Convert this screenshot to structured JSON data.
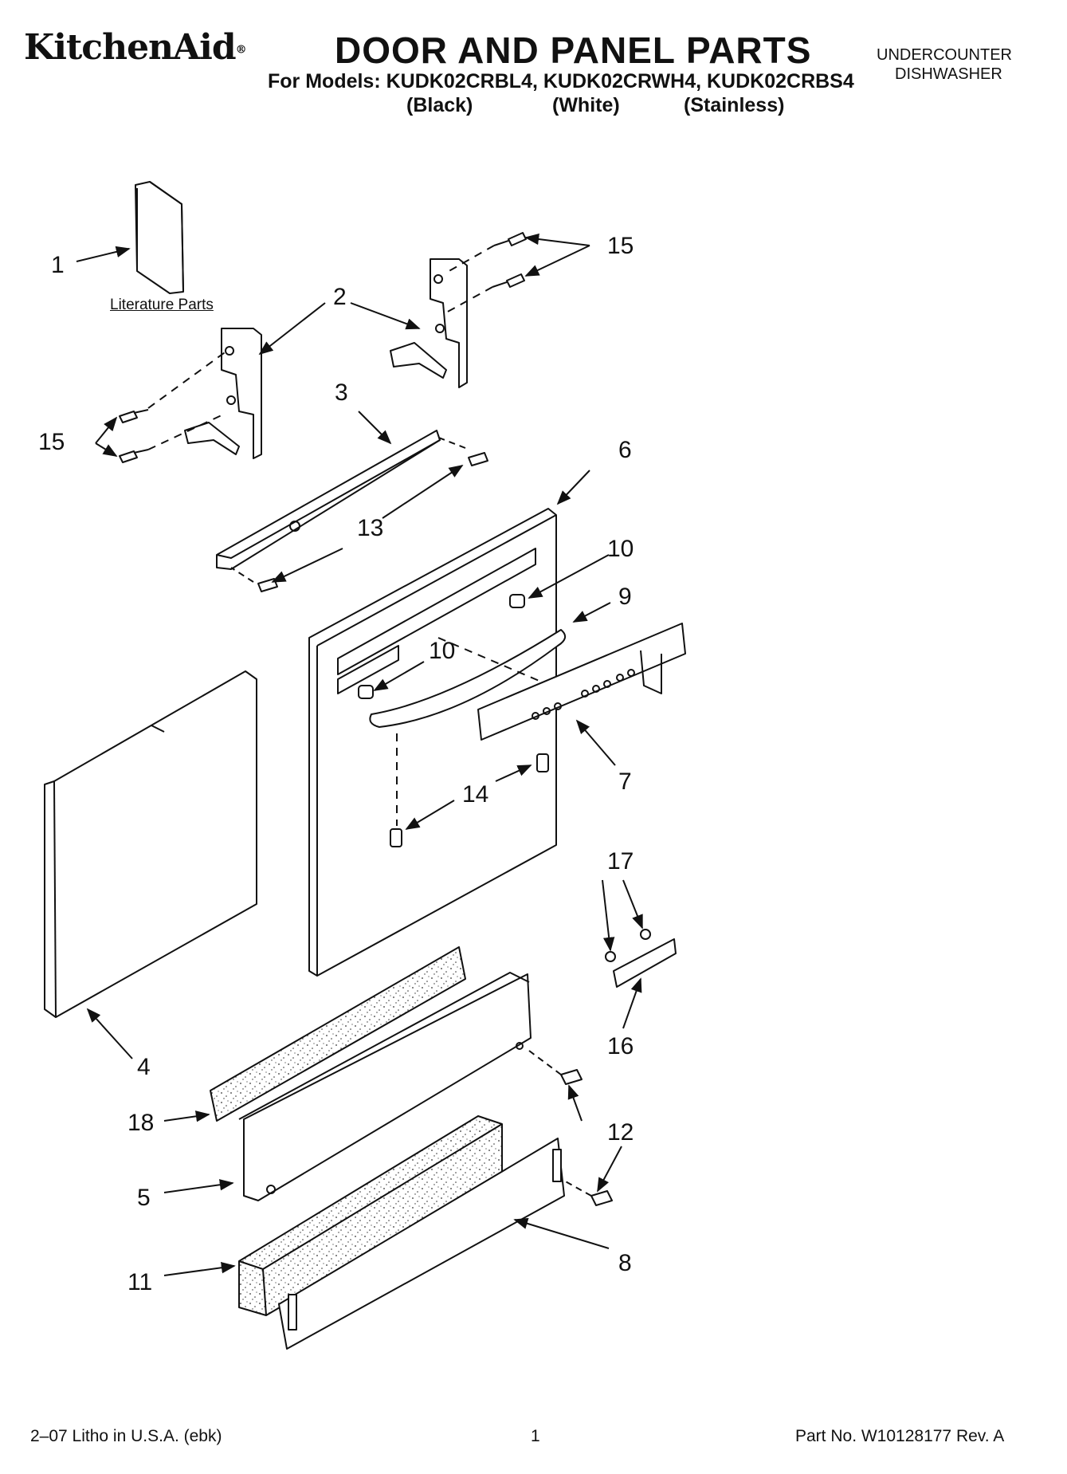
{
  "header": {
    "brand": "KitchenAid",
    "brand_mark": "®",
    "title": "DOOR AND PANEL PARTS",
    "models": "For Models: KUDK02CRBL4, KUDK02CRWH4, KUDK02CRBS4",
    "variants": [
      "(Black)",
      "(White)",
      "(Stainless)"
    ],
    "product_line1": "UNDERCOUNTER",
    "product_line2": "DISHWASHER"
  },
  "diagram": {
    "literature_label": "Literature Parts",
    "callouts": [
      "1",
      "2",
      "3",
      "4",
      "5",
      "6",
      "7",
      "8",
      "9",
      "10",
      "10",
      "11",
      "12",
      "13",
      "14",
      "15",
      "15",
      "16",
      "17",
      "18"
    ]
  },
  "footer": {
    "litho": "2–07 Litho in U.S.A. (ebk)",
    "page": "1",
    "part_no": "Part No. W10128177 Rev. A"
  },
  "colors": {
    "ink": "#111111",
    "paper": "#ffffff"
  }
}
